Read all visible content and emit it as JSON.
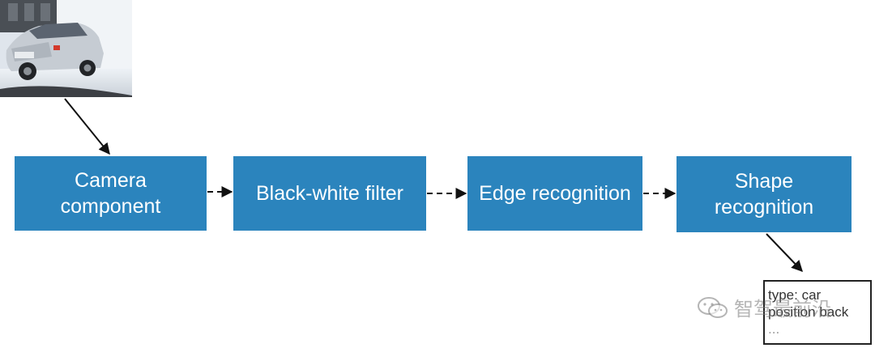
{
  "diagram": {
    "nodes": {
      "camera": "Camera\ncomponent",
      "bw_filter": "Black-white filter",
      "edge": "Edge recognition",
      "shape": "Shape\nrecognition"
    },
    "output": {
      "lines": [
        "type: car",
        "position back",
        "..."
      ]
    },
    "watermark": {
      "text": "智驾最前沿",
      "icon": "wechat-icon"
    },
    "colors": {
      "node_fill": "#2b84bd",
      "node_text": "#ffffff",
      "arrow": "#111111"
    }
  }
}
